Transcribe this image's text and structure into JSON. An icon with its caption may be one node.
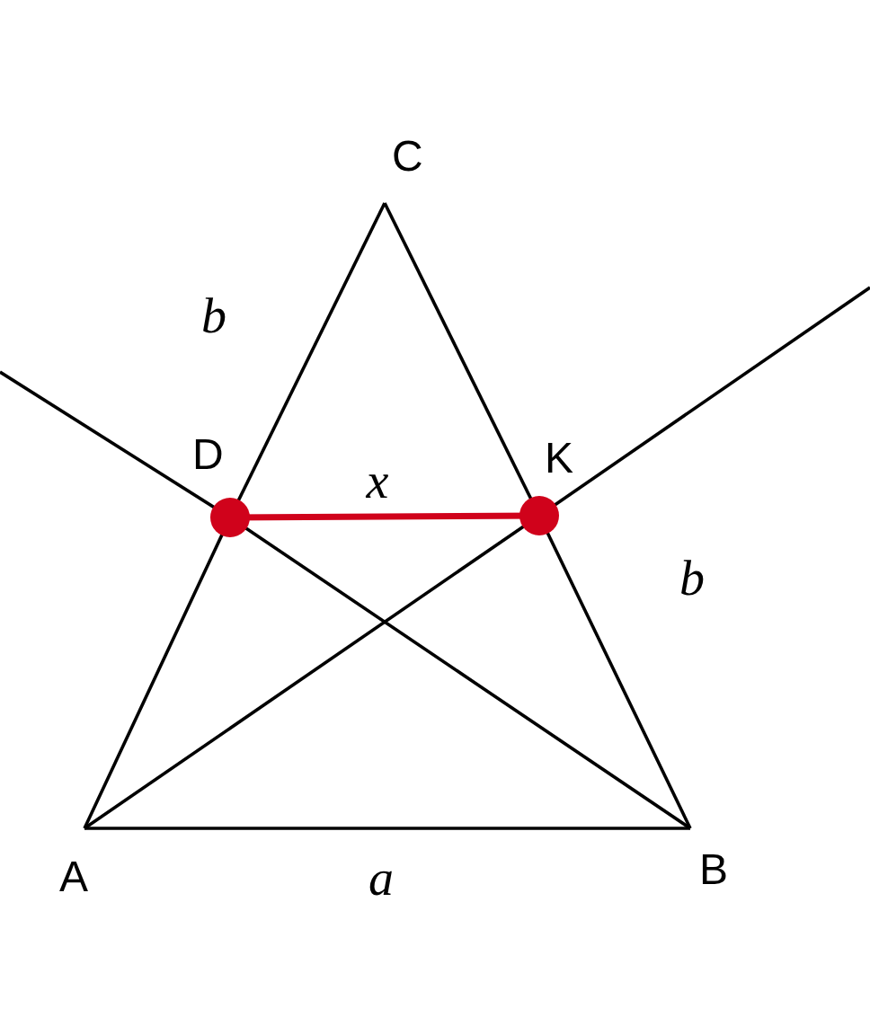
{
  "diagram": {
    "nodes": [
      {
        "text": [
          "A"
        ]
      },
      {
        "text": [
          "B"
        ]
      },
      {
        "text": [
          "C"
        ]
      },
      {
        "text": [
          "D"
        ]
      },
      {
        "text": [
          "K"
        ]
      }
    ],
    "edges": [
      {
        "from": 0,
        "to": 1,
        "arrow": "none",
        "label": "a"
      },
      {
        "from": 1,
        "to": 4,
        "arrow": "none"
      },
      {
        "from": 4,
        "to": 2,
        "arrow": "none"
      },
      {
        "from": 2,
        "to": 3,
        "arrow": "none"
      },
      {
        "from": 3,
        "to": 0,
        "arrow": "none"
      },
      {
        "from": 3,
        "to": 4,
        "arrow": "none",
        "label": "x",
        "style": "thick",
        "color": "#d0021b"
      },
      {
        "from": 1,
        "to": 3,
        "arrow": "none"
      },
      {
        "from": 3,
        "to": null,
        "arrow": "none"
      },
      {
        "from": 0,
        "to": 4,
        "arrow": "none"
      },
      {
        "from": 4,
        "to": null,
        "arrow": "none"
      }
    ],
    "labels": [
      "b",
      "b"
    ]
  }
}
